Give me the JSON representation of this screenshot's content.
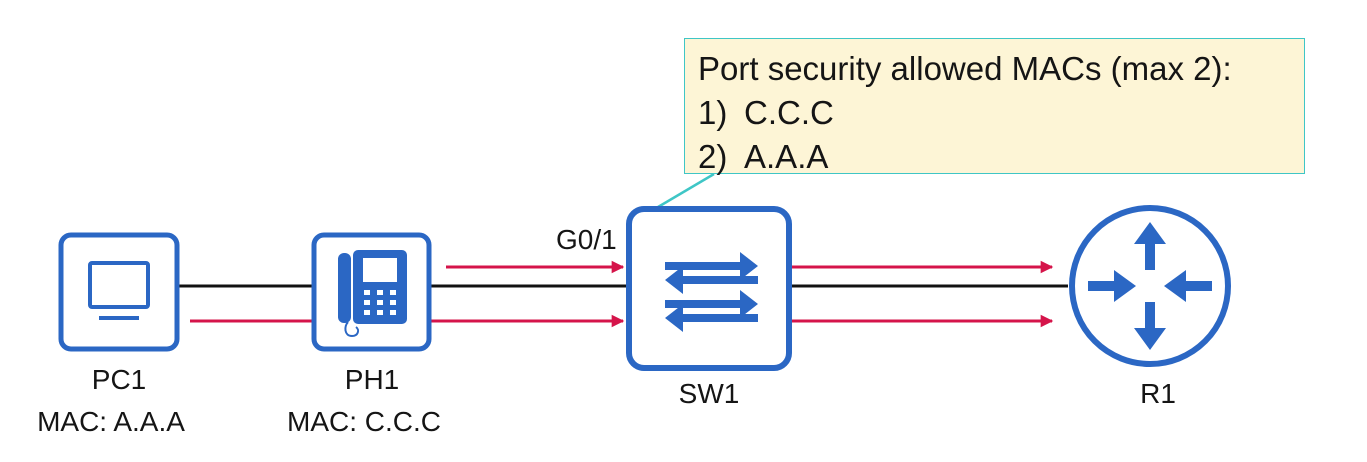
{
  "callout": {
    "title": "Port security allowed MACs (max 2):",
    "items": [
      {
        "num": "1)",
        "mac": "C.C.C"
      },
      {
        "num": "2)",
        "mac": "A.A.A"
      }
    ]
  },
  "port_label": "G0/1",
  "devices": {
    "pc1": {
      "name": "PC1",
      "mac": "MAC: A.A.A",
      "icon": "monitor-icon"
    },
    "ph1": {
      "name": "PH1",
      "mac": "MAC: C.C.C",
      "icon": "ip-phone-icon"
    },
    "sw1": {
      "name": "SW1",
      "icon": "switch-icon"
    },
    "r1": {
      "name": "R1",
      "icon": "router-icon"
    }
  },
  "colors": {
    "device_blue": "#2b67c4",
    "frame_arrow": "#d5144a",
    "callout_border": "#3fc6c6",
    "callout_fill": "#fdf5d6",
    "link": "#111111"
  }
}
